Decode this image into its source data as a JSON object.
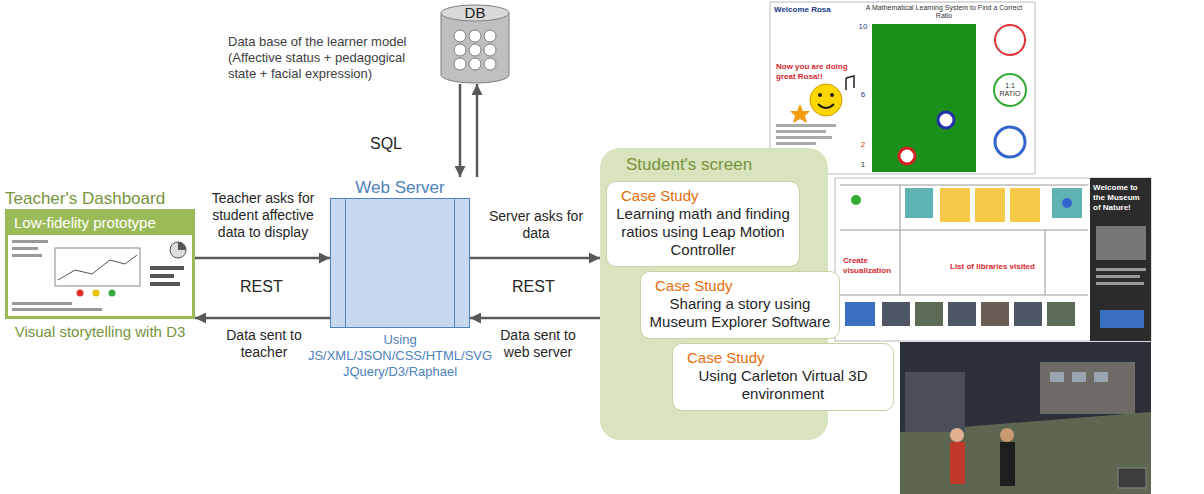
{
  "diagram": {
    "nodes": [
      {
        "text": [
          "DB"
        ]
      },
      {
        "text": [
          "Teacher's Dashboard",
          "Low-fidelity prototype",
          "Visual storytelling with D3"
        ]
      },
      {
        "text": [
          "Web Server",
          "Using JS/XML/JSON/CSS/HTML/SVG JQuery/D3/Raphael"
        ]
      },
      {
        "text": [
          "Student's screen"
        ]
      },
      {
        "text": [
          "Case Study",
          "Learning math and finding ratios using Leap Motion Controller"
        ],
        "in": 3
      },
      {
        "text": [
          "Case Study",
          "Sharing a story using Museum Explorer Software"
        ],
        "in": 3
      },
      {
        "text": [
          "Case Study",
          "Using Carleton Virtual 3D environment"
        ],
        "in": 3
      }
    ],
    "edges": [
      {
        "from": 0,
        "to": 2,
        "arrow": "to"
      },
      {
        "from": 2,
        "to": 0,
        "arrow": "to"
      },
      {
        "from": 1,
        "to": 2,
        "arrow": "to",
        "label": "Teacher asks for student affective data to display"
      },
      {
        "from": 2,
        "to": 1,
        "arrow": "to",
        "label": "Data sent to teacher"
      },
      {
        "from": 2,
        "to": 3,
        "arrow": "to",
        "label": "Server asks for data"
      },
      {
        "from": 3,
        "to": 2,
        "arrow": "to",
        "label": "Data sent to web server"
      }
    ],
    "labels": [
      "Data base of the learner model (Affective status + pedagogical state + facial expression)",
      "SQL",
      "REST",
      "REST",
      "Welcome Rosa",
      "A Mathematical Learning System to Find a Correct Ratio",
      "Now you are doing great Rosa!!",
      "10",
      "6",
      "2",
      "1",
      "1:1 RATIO",
      "Welcome to the Museum of Nature!",
      "Create visualization",
      "List of libraries visited"
    ]
  }
}
